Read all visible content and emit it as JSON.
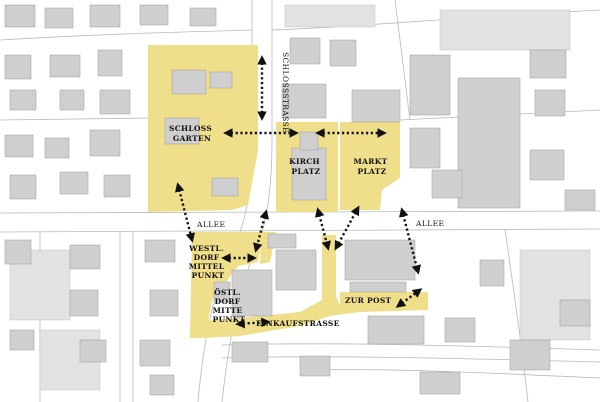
{
  "streets": {
    "schlossstrasse": "SCHLOSSSTRASSE",
    "allee_left": "ALLEE",
    "allee_right": "ALLEE",
    "einkaufstrasse": "EINKAUFSTRASSE",
    "zur_post": "ZUR POST"
  },
  "zones": {
    "schlossgarten": [
      "SCHLOSS",
      "GARTEN"
    ],
    "kirchplatz": [
      "KIRCH",
      "PLATZ"
    ],
    "marktplatz": [
      "MARKT",
      "PLATZ"
    ],
    "westl": [
      "WESTL.",
      "DORF",
      "MITTEL",
      "PUNKT"
    ],
    "oestl": [
      "ÖSTL.",
      "DORF",
      "MITTE",
      "PUNKT"
    ]
  },
  "colors": {
    "zone": "#efde8a",
    "building": "#cfcfcf",
    "arrow": "#111111"
  }
}
